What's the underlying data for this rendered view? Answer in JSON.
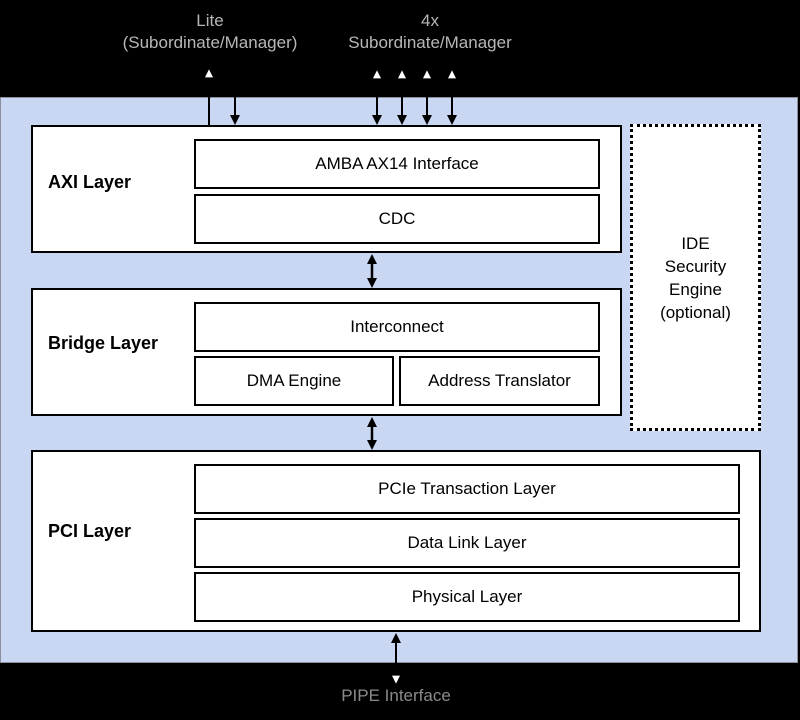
{
  "top": {
    "lite_line1": "Lite",
    "lite_line2": "(Subordinate/Manager)",
    "axi4_line1": "4x",
    "axi4_line2": "Subordinate/Manager"
  },
  "axi_layer": {
    "title": "AXI Layer",
    "blocks": [
      "AMBA AX14 Interface",
      "CDC"
    ]
  },
  "bridge_layer": {
    "title": "Bridge Layer",
    "blocks": [
      "Interconnect",
      "DMA Engine",
      "Address Translator"
    ]
  },
  "pci_layer": {
    "title": "PCI Layer",
    "blocks": [
      "PCIe Transaction Layer",
      "Data Link Layer",
      "Physical Layer"
    ]
  },
  "ide": {
    "label": "IDE\nSecurity\nEngine\n(optional)"
  },
  "bottom": {
    "pipe_label": "PIPE Interface"
  },
  "colors": {
    "background": "#000000",
    "panel": "#c9d7f2",
    "box": "#ffffff",
    "border": "#000000"
  }
}
